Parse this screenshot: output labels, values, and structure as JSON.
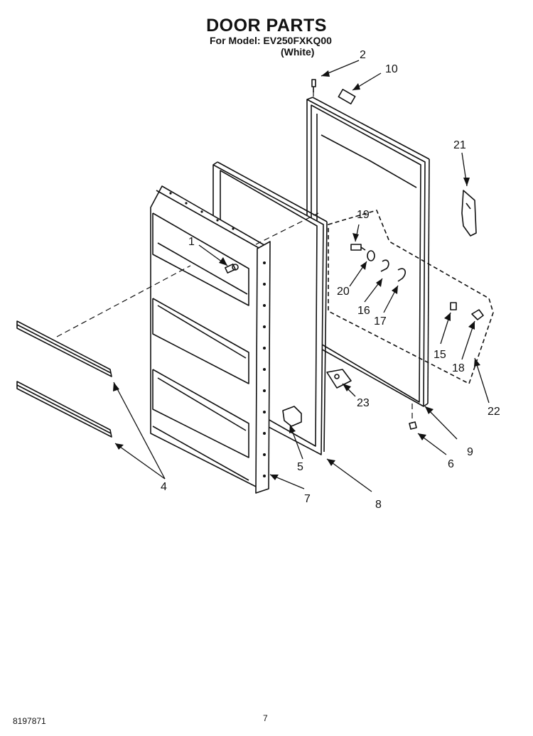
{
  "header": {
    "title": "DOOR PARTS",
    "model_line": "For Model: EV250FXKQ00",
    "color": "(White)"
  },
  "footer": {
    "doc_number": "8197871",
    "page_number": "7"
  },
  "callouts": [
    "1",
    "2",
    "4",
    "5",
    "6",
    "7",
    "8",
    "9",
    "10",
    "15",
    "16",
    "17",
    "18",
    "19",
    "20",
    "21",
    "22",
    "23"
  ]
}
